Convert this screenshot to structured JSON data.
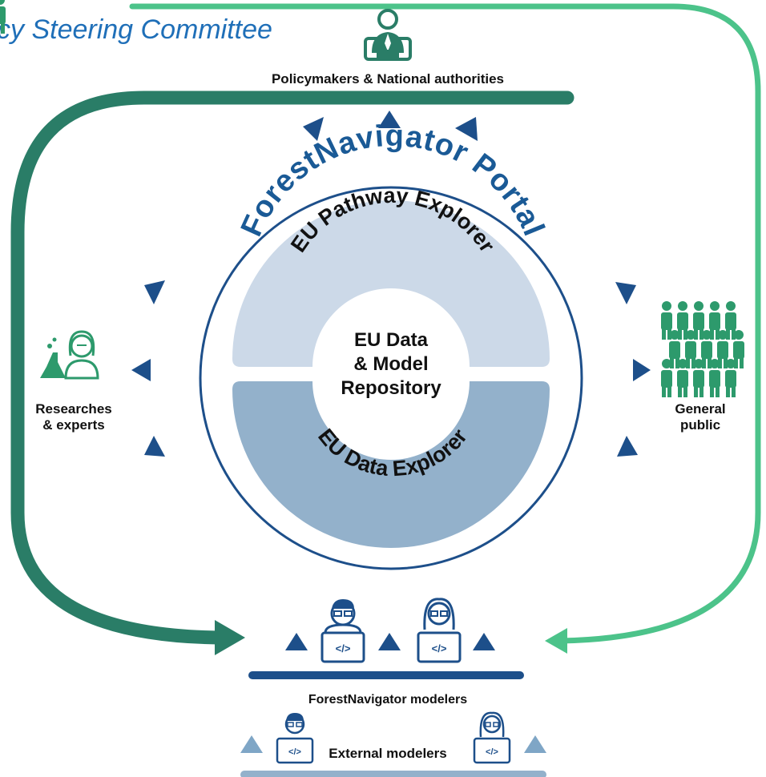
{
  "header": {
    "committee_label": "cy Steering Committee",
    "policymakers_label": "Policymakers & National authorities"
  },
  "portal": {
    "title": "ForestNavigator Portal",
    "upper_ring_label": "EU Pathway Explorer",
    "lower_ring_label": "EU Data Explorer",
    "core_line1": "EU Data",
    "core_line2": "& Model",
    "core_line3": "Repository"
  },
  "left_group": {
    "line1": "Researches",
    "line2": "& experts"
  },
  "right_group": {
    "line1": "General",
    "line2": "public"
  },
  "bottom": {
    "modelers_label": "ForestNavigator modelers",
    "external_label": "External modelers"
  },
  "colors": {
    "dark_green": "#2a7d67",
    "light_green": "#4cc38a",
    "navy": "#1d4f8a",
    "light_blue_ring": "#ccd9e8",
    "mid_blue_ring": "#93b1cb",
    "icon_green": "#2d9a6c",
    "title_blue": "#1f6fb8"
  }
}
